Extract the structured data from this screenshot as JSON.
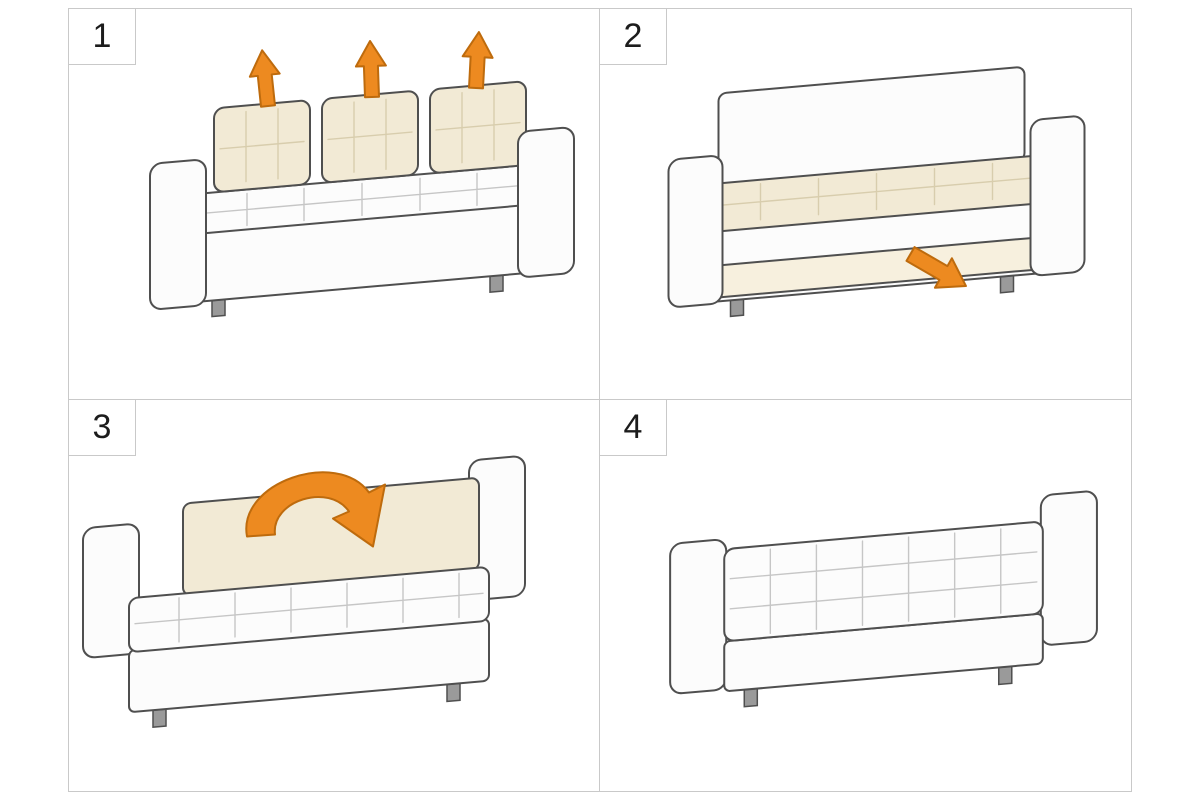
{
  "diagram": {
    "type": "instruction-steps",
    "subject": "sofa-bed-conversion",
    "grid": "2x2"
  },
  "panels": [
    {
      "number": "1",
      "icon": "up-arrows-icon",
      "illustration": "sofa-with-back-cushions-lift"
    },
    {
      "number": "2",
      "icon": "pull-out-arrow-icon",
      "illustration": "sofa-without-cushions-pull-base"
    },
    {
      "number": "3",
      "icon": "fold-down-arrow-icon",
      "illustration": "sofa-extended-fold-backrest"
    },
    {
      "number": "4",
      "icon": "",
      "illustration": "sofa-flat-bed"
    }
  ],
  "colors": {
    "accent": "#ED8A20",
    "accent-dark": "#BE6B0D",
    "outline": "#4f4f4f",
    "surface": "#fcfcfc",
    "beige": "#f2ead5",
    "beige-light": "#f7f0de",
    "leg": "#9a9a9a",
    "grid-line": "#c9c9c9"
  }
}
